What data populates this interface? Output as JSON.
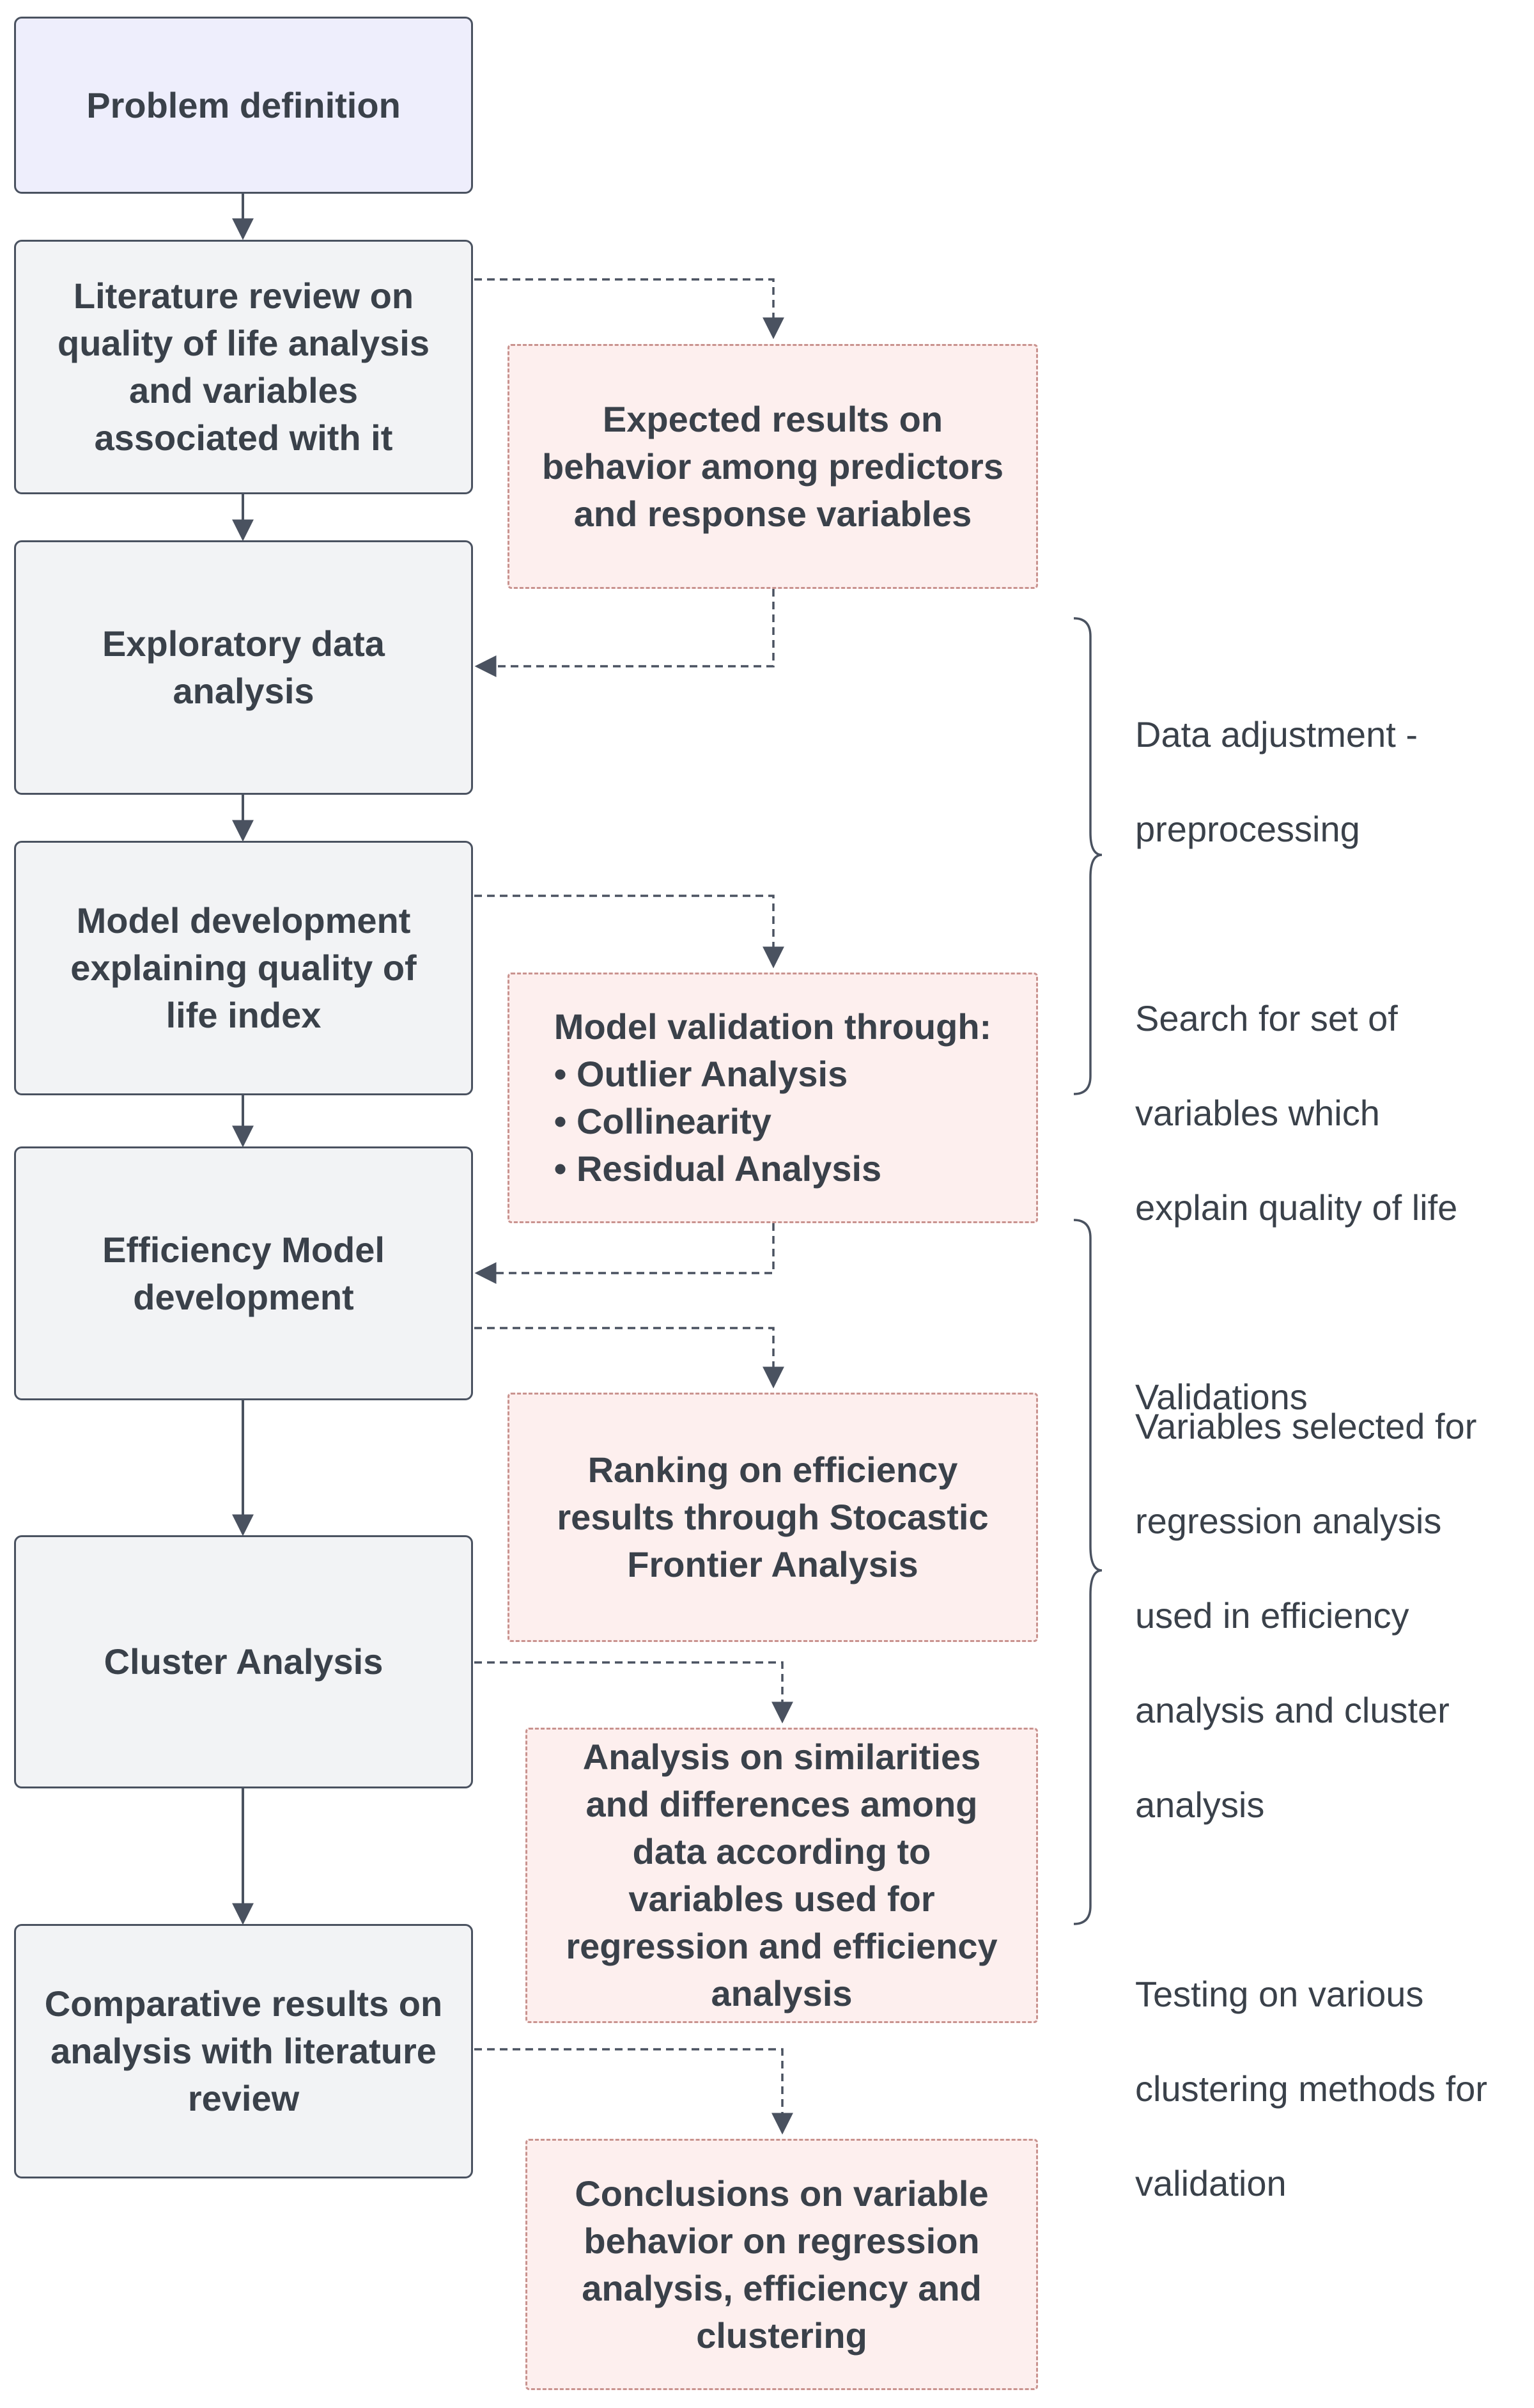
{
  "main_steps": [
    {
      "lines": [
        "Problem definition"
      ]
    },
    {
      "lines": [
        "Literature review on",
        "quality of life analysis",
        "and variables",
        "associated with it"
      ]
    },
    {
      "lines": [
        "Exploratory data",
        "analysis"
      ]
    },
    {
      "lines": [
        "Model development",
        "explaining quality of",
        "life index"
      ]
    },
    {
      "lines": [
        "Efficiency Model",
        "development"
      ]
    },
    {
      "lines": [
        "Cluster Analysis"
      ]
    },
    {
      "lines": [
        "Comparative results on",
        "analysis with literature",
        "review"
      ]
    }
  ],
  "side_outputs": [
    {
      "lines": [
        "Expected results on",
        "behavior among predictors",
        "and response variables"
      ]
    },
    {
      "title": "Model validation through:",
      "bullets": [
        "Outlier Analysis",
        "Collinearity",
        "Residual Analysis"
      ]
    },
    {
      "lines": [
        "Ranking on efficiency",
        "results through Stocastic",
        "Frontier Analysis"
      ]
    },
    {
      "lines": [
        "Analysis on similarities",
        "and differences among",
        "data according to",
        "variables used for",
        "regression and efficiency",
        "analysis"
      ]
    },
    {
      "lines": [
        "Conclusions on variable",
        "behavior on regression",
        "analysis, efficiency and",
        "clustering"
      ]
    }
  ],
  "annotations": [
    {
      "lines": [
        "Data adjustment -",
        "preprocessing",
        "",
        "Search for set of",
        "variables which",
        "explain quality of life",
        "",
        "Validations"
      ]
    },
    {
      "lines": [
        "Variables selected for",
        "regression analysis",
        "used in efficiency",
        "analysis and cluster",
        "analysis",
        "",
        "Testing on various",
        "clustering methods for",
        "validation"
      ]
    }
  ],
  "colors": {
    "main_fill": "#f2f3f5",
    "first_fill": "#eeeefc",
    "side_fill": "#fdefee",
    "side_border": "#c9938f",
    "main_border": "#4a5260",
    "text": "#3a414a",
    "connector": "#4a5260"
  }
}
